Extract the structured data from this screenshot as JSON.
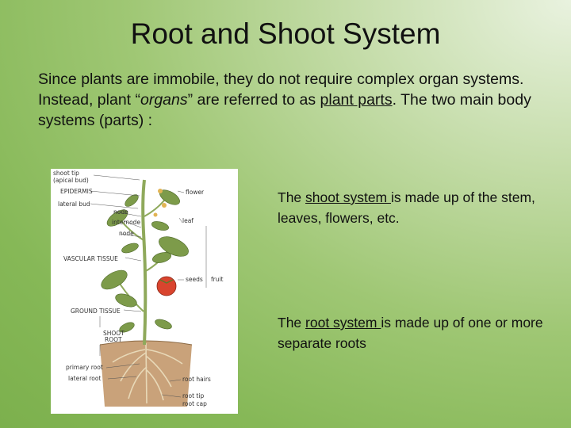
{
  "title": "Root and Shoot System",
  "intro": {
    "part1": "Since plants are immobile, they do not require complex organ systems. Instead, plant “",
    "organs_word": "organs",
    "part2": "” are referred to as ",
    "plant_parts": "plant parts",
    "part3": ". The two main body systems (parts) :"
  },
  "figure": {
    "labels": {
      "shoot_tip": "shoot tip",
      "apical_bud": "(apical bud)",
      "epidermis": "EPIDERMIS",
      "lateral_bud": "lateral bud",
      "node": "node",
      "internode": "internode",
      "node2": "node",
      "vascular_tissue": "VASCULAR TISSUE",
      "ground_tissue": "GROUND TISSUE",
      "shoot": "SHOOT",
      "root": "ROOT",
      "primary_root": "primary root",
      "lateral_root": "lateral root",
      "flower": "flower",
      "leaf": "leaf",
      "seeds": "seeds",
      "fruit": "fruit",
      "root_hairs": "root hairs",
      "root_tip": "root tip",
      "root_cap": "root cap"
    }
  },
  "shoot_para": {
    "pre": "The ",
    "term": "shoot system ",
    "post": "is made up of the stem, leaves, flowers, etc."
  },
  "root_para": {
    "pre": "The ",
    "term": "root system ",
    "post": "is made up of one or more separate roots"
  }
}
